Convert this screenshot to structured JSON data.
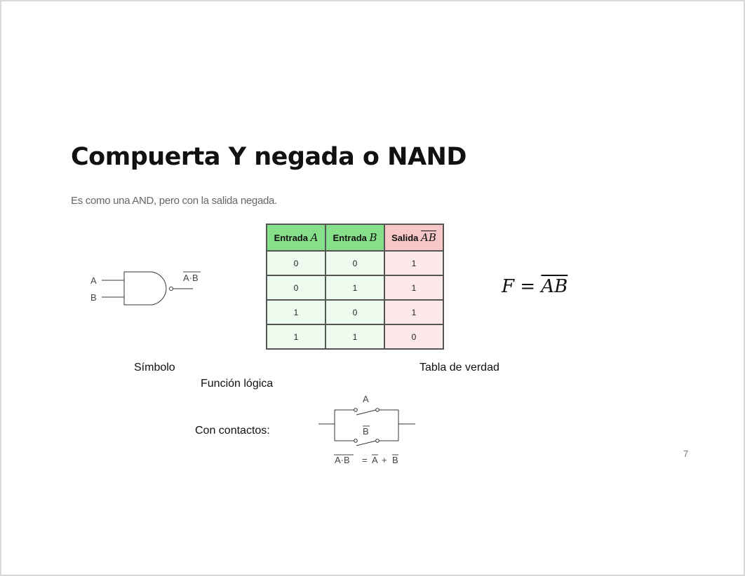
{
  "title": "Compuerta Y negada o NAND",
  "subtitle": "Es como una AND, pero con la salida negada.",
  "table": {
    "headers": [
      {
        "prefix": "Entrada",
        "var": "A"
      },
      {
        "prefix": "Entrada",
        "var": "B"
      },
      {
        "prefix": "Salida",
        "var": "AB"
      }
    ],
    "rows": [
      [
        "0",
        "0",
        "1"
      ],
      [
        "0",
        "1",
        "1"
      ],
      [
        "1",
        "0",
        "1"
      ],
      [
        "1",
        "1",
        "0"
      ]
    ]
  },
  "gate": {
    "input_a": "A",
    "input_b": "B",
    "output": "A·B"
  },
  "formula": {
    "lhs": "F",
    "eq": "=",
    "rhs": "AB"
  },
  "captions": {
    "symbol": "Símbolo",
    "truth_table": "Tabla de verdad",
    "logic_function": "Función lógica",
    "contacts": "Con contactos:"
  },
  "contacts": {
    "top": "A",
    "bottom": "B",
    "eq_lhs": "A·B",
    "eq_mid": "=",
    "eq_a": "A",
    "eq_plus": "+",
    "eq_b": "B"
  },
  "page_number": "7",
  "colors": {
    "header_in": "#86e089",
    "header_out": "#f7c6c6",
    "cell_in": "#eefcef",
    "cell_out": "#fde9e9"
  }
}
